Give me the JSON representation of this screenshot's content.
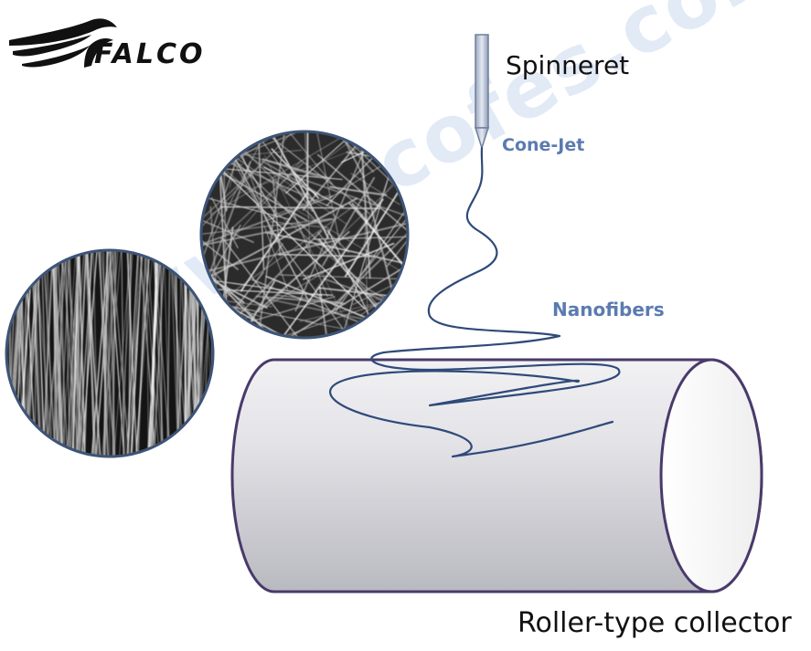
{
  "logo": {
    "text": "FALCO",
    "icon": "falcon-wing-logo"
  },
  "watermark": {
    "text": "www.falcofes.com"
  },
  "labels": {
    "spinneret": "Spinneret",
    "cone_jet": "Cone-Jet",
    "nanofibers": "Nanofibers",
    "collector": "Roller-type collector"
  },
  "colors": {
    "label_blue": "#5b7bb0",
    "fiber_line": "#2f4a7a",
    "collector_outline": "#4a3a6a",
    "watermark": "#d9e4f3"
  },
  "images": [
    {
      "name": "aligned-nanofiber-sem-micrograph"
    },
    {
      "name": "random-nanofiber-sem-micrograph"
    }
  ]
}
